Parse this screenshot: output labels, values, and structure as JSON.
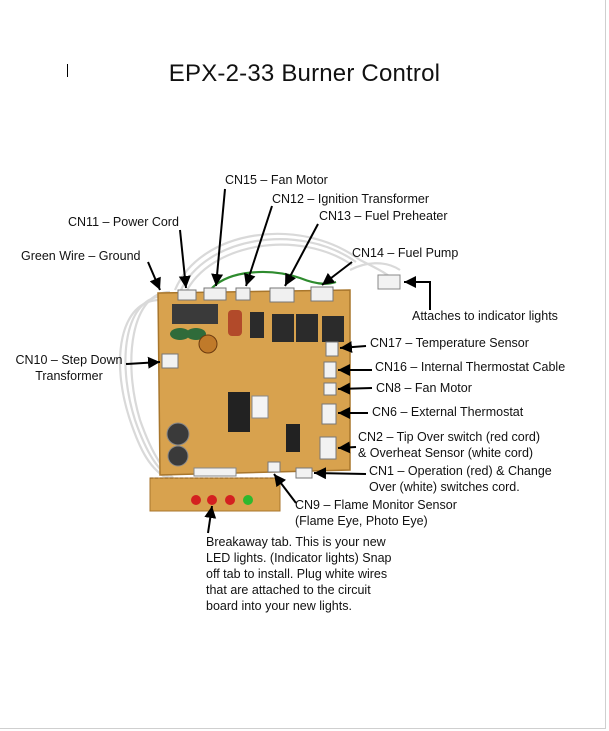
{
  "title": "EPX-2-33 Burner Control",
  "labels": {
    "cn15": "CN15 – Fan Motor",
    "cn12": "CN12 – Ignition Transformer",
    "cn13": "CN13 – Fuel Preheater",
    "cn11": "CN11 – Power Cord",
    "green_wire": "Green Wire – Ground",
    "cn14": "CN14 – Fuel Pump",
    "indicator": "Attaches to indicator lights",
    "cn10": "CN10 – Step Down\nTransformer",
    "cn17": "CN17 – Temperature Sensor",
    "cn16": "CN16 – Internal Thermostat Cable",
    "cn8": "CN8 – Fan Motor",
    "cn6": "CN6 – External Thermostat",
    "cn2": "CN2 – Tip Over switch (red cord)\n& Overheat Sensor (white cord)",
    "cn1": "CN1 – Operation (red) & Change\nOver (white) switches cord.",
    "cn9": "CN9 – Flame Monitor Sensor\n(Flame Eye, Photo Eye)",
    "breakaway": "Breakaway tab.  This is your new\nLED lights.  (Indicator lights) Snap\noff tab to install.  Plug white wires\nthat are attached to the circuit\nboard into your new lights."
  },
  "colors": {
    "board": "#d8a24e",
    "board_dark": "#c08a3a",
    "relay": "#2b2b2b",
    "capacitor_green": "#2f6b3a",
    "capacitor_red": "#b24a2a",
    "wire": "#e8e8e8",
    "ground_wire": "#2e8b2e",
    "led_red": "#d42020",
    "led_green": "#2eb82e"
  }
}
